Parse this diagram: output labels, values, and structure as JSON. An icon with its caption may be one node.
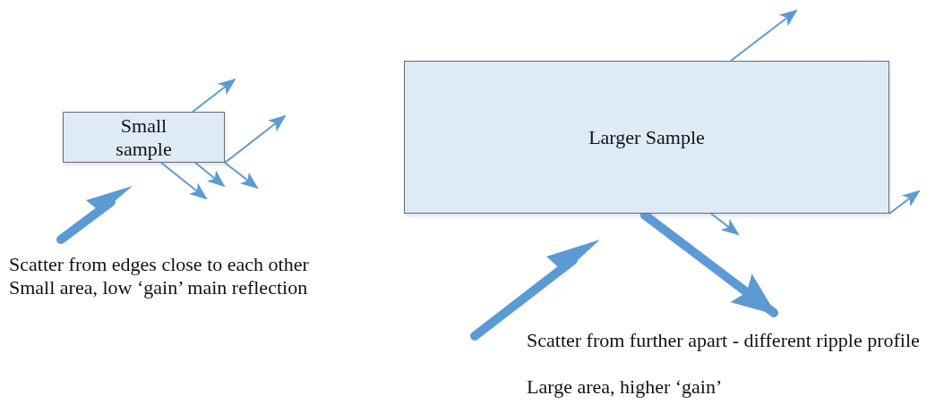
{
  "diagram": {
    "nodes": [
      {
        "text": [
          "Small sample"
        ]
      },
      {
        "text": [
          "Larger Sample"
        ]
      }
    ],
    "edges": [
      {
        "from": 0,
        "to": null,
        "arrow": "to"
      },
      {
        "from": 0,
        "to": null,
        "arrow": "to"
      },
      {
        "from": 0,
        "to": null,
        "arrow": "to"
      },
      {
        "from": 0,
        "to": null,
        "arrow": "to"
      },
      {
        "from": 0,
        "to": null,
        "arrow": "to"
      },
      {
        "from": 1,
        "to": null,
        "arrow": "to"
      },
      {
        "from": 1,
        "to": null,
        "arrow": "to"
      },
      {
        "from": 1,
        "to": null,
        "arrow": "to"
      },
      {
        "from": 1,
        "to": null,
        "arrow": "to",
        "style": "thick"
      }
    ],
    "labels": [
      "Scatter from edges close to each other",
      "Small area, low ‘gain’ main reflection",
      "Scatter from further apart - different ripple profile",
      "Large area, higher ‘gain’"
    ]
  }
}
